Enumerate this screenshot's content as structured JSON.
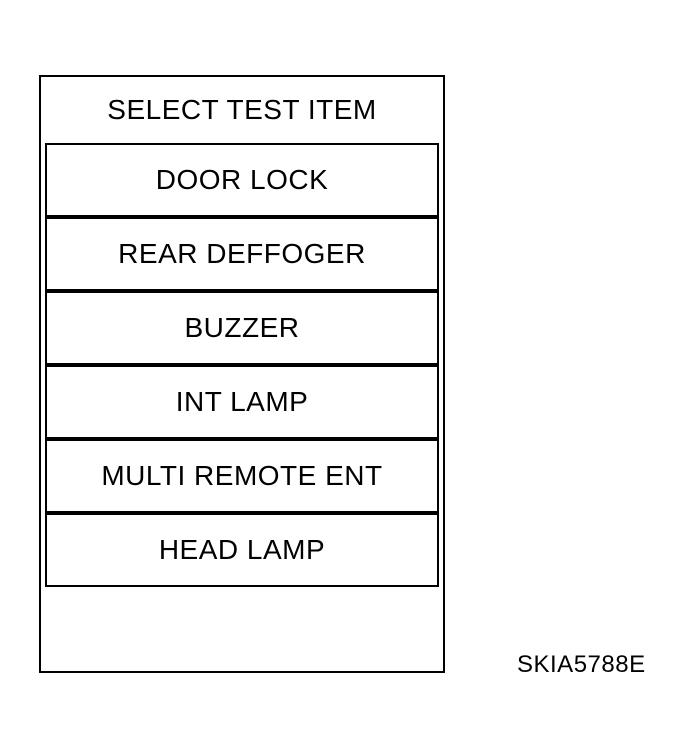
{
  "screen": {
    "title": "SELECT TEST ITEM",
    "test_items": [
      {
        "label": "DOOR LOCK"
      },
      {
        "label": "REAR DEFFOGER"
      },
      {
        "label": "BUZZER"
      },
      {
        "label": "INT LAMP"
      },
      {
        "label": "MULTI REMOTE ENT"
      },
      {
        "label": "HEAD LAMP"
      }
    ]
  },
  "figure_code": "SKIA5788E",
  "colors": {
    "line": "#000000",
    "background": "#ffffff",
    "text": "#000000"
  }
}
